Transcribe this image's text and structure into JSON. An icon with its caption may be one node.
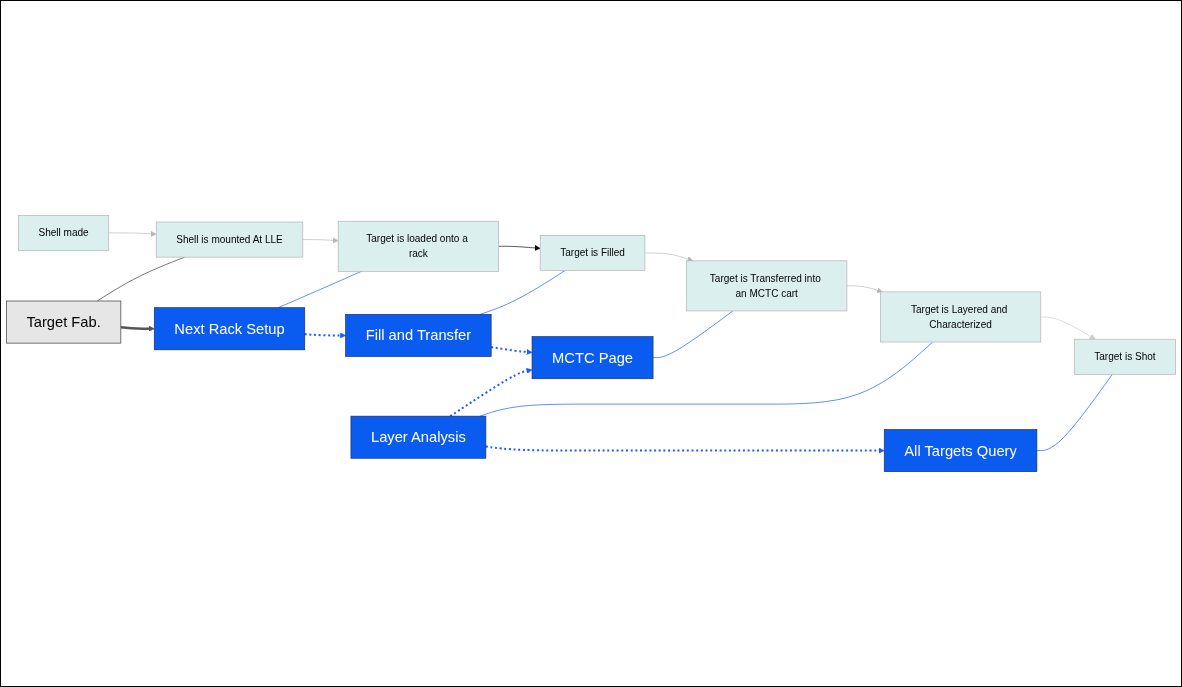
{
  "diagram": {
    "nodes": [
      {
        "text": [
          "Target Fab."
        ]
      },
      {
        "text": [
          "Next Rack Setup"
        ]
      },
      {
        "text": [
          "Shell made"
        ]
      },
      {
        "text": [
          "Shell is mounted At LLE"
        ]
      },
      {
        "text": [
          "Target is loaded onto a rack"
        ]
      },
      {
        "text": [
          "Fill and Transfer"
        ]
      },
      {
        "text": [
          "Layer Analysis"
        ]
      },
      {
        "text": [
          "Target is Filled"
        ]
      },
      {
        "text": [
          "Target is Transferred into an MCTC cart"
        ]
      },
      {
        "text": [
          "Target is Layered and Characterized"
        ]
      },
      {
        "text": [
          "MCTC Page"
        ]
      },
      {
        "text": [
          "Target is Shot"
        ]
      },
      {
        "text": [
          "All Targets Query"
        ]
      }
    ],
    "edges": [
      {
        "from": 2,
        "to": 3,
        "arrow": "to",
        "color": "#b8b8b8"
      },
      {
        "from": 3,
        "to": 4,
        "arrow": "to",
        "color": "#b8b8b8"
      },
      {
        "from": 4,
        "to": 7,
        "arrow": "to",
        "color": "#000000"
      },
      {
        "from": 7,
        "to": 8,
        "arrow": "to",
        "color": "#b8b8b8"
      },
      {
        "from": 8,
        "to": 9,
        "arrow": "to",
        "color": "#b8b8b8"
      },
      {
        "from": 9,
        "to": 11,
        "arrow": "to",
        "color": "#cccccc"
      },
      {
        "from": 0,
        "to": 1,
        "arrow": "to",
        "style": "thick",
        "color": "#555555"
      },
      {
        "from": 0,
        "to": 3,
        "arrow": "none",
        "color": "#333333"
      },
      {
        "from": 1,
        "to": 4,
        "arrow": "none",
        "color": "#0a5cf0"
      },
      {
        "from": 5,
        "to": 7,
        "arrow": "none",
        "color": "#0a5cf0"
      },
      {
        "from": 6,
        "to": 9,
        "arrow": "none",
        "color": "#0a5cf0"
      },
      {
        "from": 10,
        "to": 8,
        "arrow": "none",
        "color": "#0a5cf0"
      },
      {
        "from": 12,
        "to": 11,
        "arrow": "none",
        "color": "#0a5cf0"
      },
      {
        "from": 1,
        "to": 5,
        "arrow": "to",
        "style": "dashed",
        "color": "#1a5cff"
      },
      {
        "from": 5,
        "to": 10,
        "arrow": "to",
        "style": "dashed",
        "color": "#1a5cff"
      },
      {
        "from": 6,
        "to": 10,
        "arrow": "to",
        "style": "dashed",
        "color": "#1a5cff"
      },
      {
        "from": 6,
        "to": 12,
        "arrow": "to",
        "style": "dashed",
        "color": "#1a5cff"
      }
    ]
  }
}
